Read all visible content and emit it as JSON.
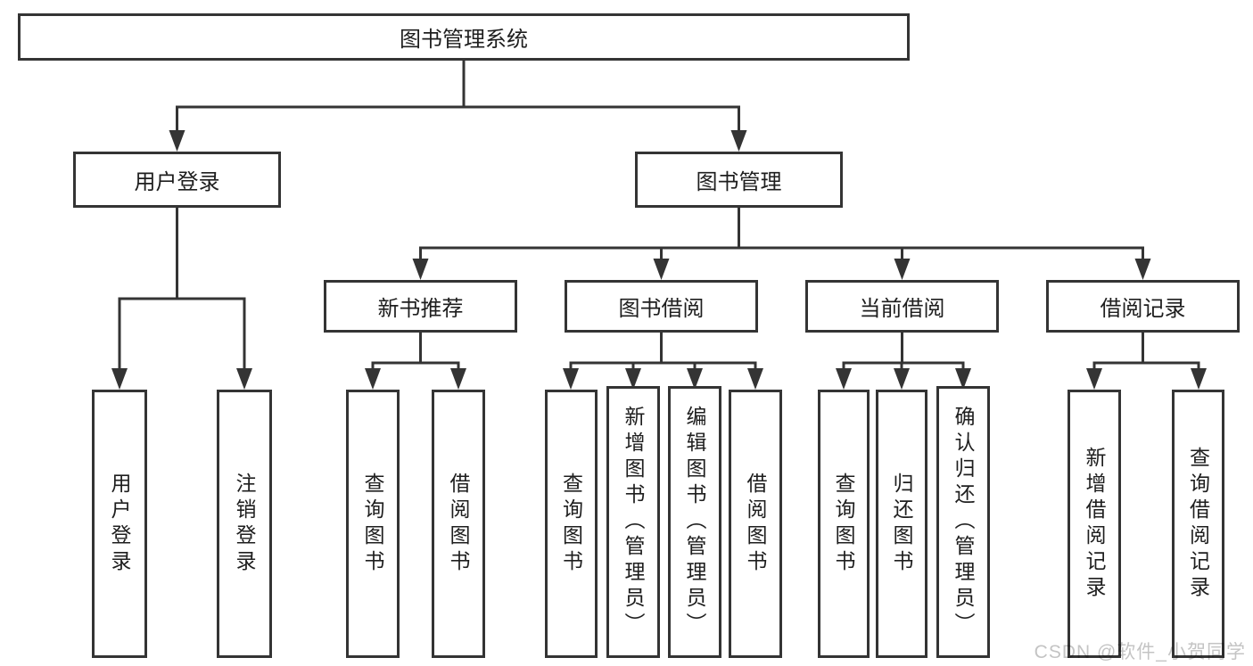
{
  "tree": {
    "label": "图书管理系统",
    "children": [
      {
        "label": "用户登录",
        "children": [
          {
            "label": "用户登录"
          },
          {
            "label": "注销登录"
          }
        ]
      },
      {
        "label": "图书管理",
        "children": [
          {
            "label": "新书推荐",
            "children": [
              {
                "label": "查询图书"
              },
              {
                "label": "借阅图书"
              }
            ]
          },
          {
            "label": "图书借阅",
            "children": [
              {
                "label": "查询图书"
              },
              {
                "label": "新增图书（管理员）"
              },
              {
                "label": "编辑图书（管理员）"
              },
              {
                "label": "借阅图书"
              }
            ]
          },
          {
            "label": "当前借阅",
            "children": [
              {
                "label": "查询图书"
              },
              {
                "label": "归还图书"
              },
              {
                "label": "确认归还（管理员）"
              }
            ]
          },
          {
            "label": "借阅记录",
            "children": [
              {
                "label": "新增借阅记录"
              },
              {
                "label": "查询借阅记录"
              }
            ]
          }
        ]
      }
    ]
  },
  "watermark": "CSDN @软件_小贺同学",
  "colors": {
    "line": "#343434",
    "text": "#1e1e1e",
    "watermark": "#c4c4c4",
    "background": "#ffffff"
  }
}
